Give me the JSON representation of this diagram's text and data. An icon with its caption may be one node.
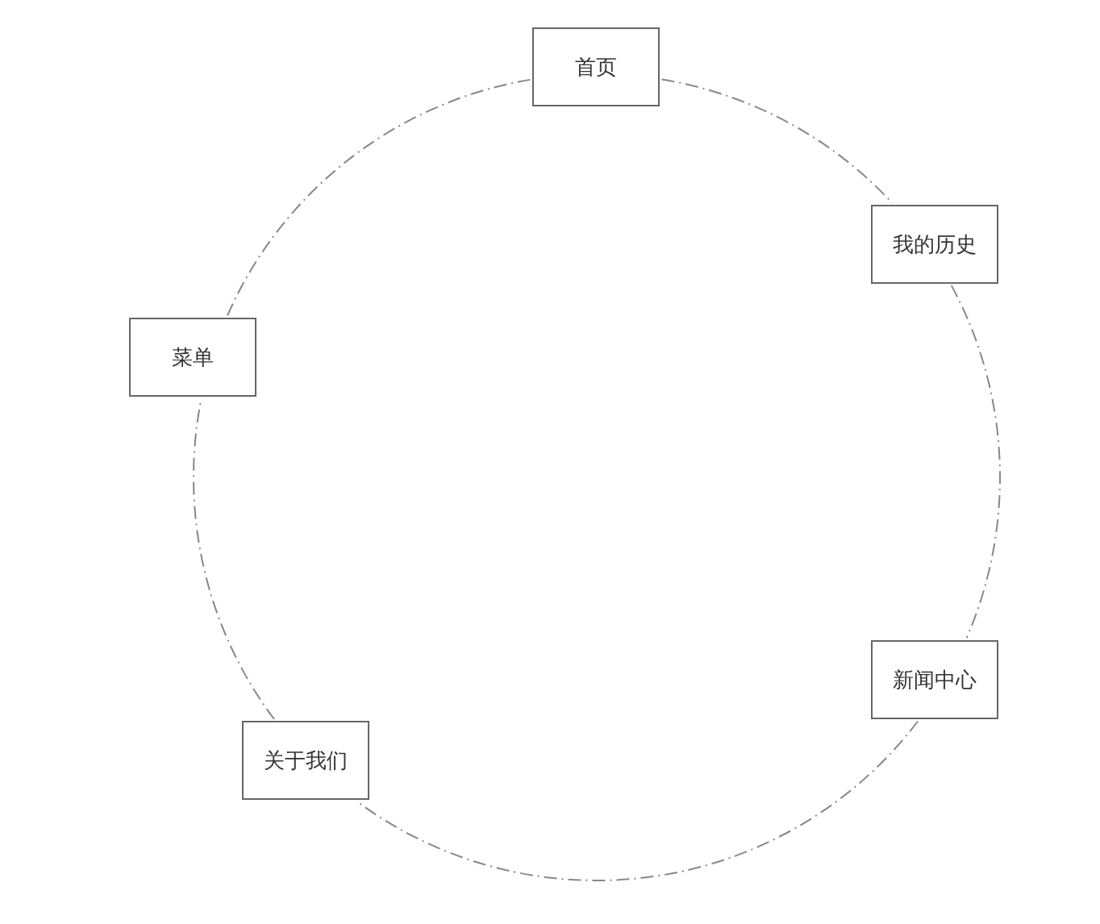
{
  "diagram": {
    "nodes": [
      {
        "text": [
          "首页"
        ]
      },
      {
        "text": [
          "我的历史"
        ]
      },
      {
        "text": [
          "新闻中心"
        ]
      },
      {
        "text": [
          "关于我们"
        ]
      },
      {
        "text": [
          "菜单"
        ]
      }
    ],
    "edges": [
      {
        "from": 0,
        "to": 1,
        "arrow": "none"
      },
      {
        "from": 1,
        "to": 2,
        "arrow": "none"
      },
      {
        "from": 2,
        "to": 3,
        "arrow": "none"
      },
      {
        "from": 3,
        "to": 4,
        "arrow": "none"
      },
      {
        "from": 4,
        "to": 0,
        "arrow": "none"
      }
    ]
  }
}
